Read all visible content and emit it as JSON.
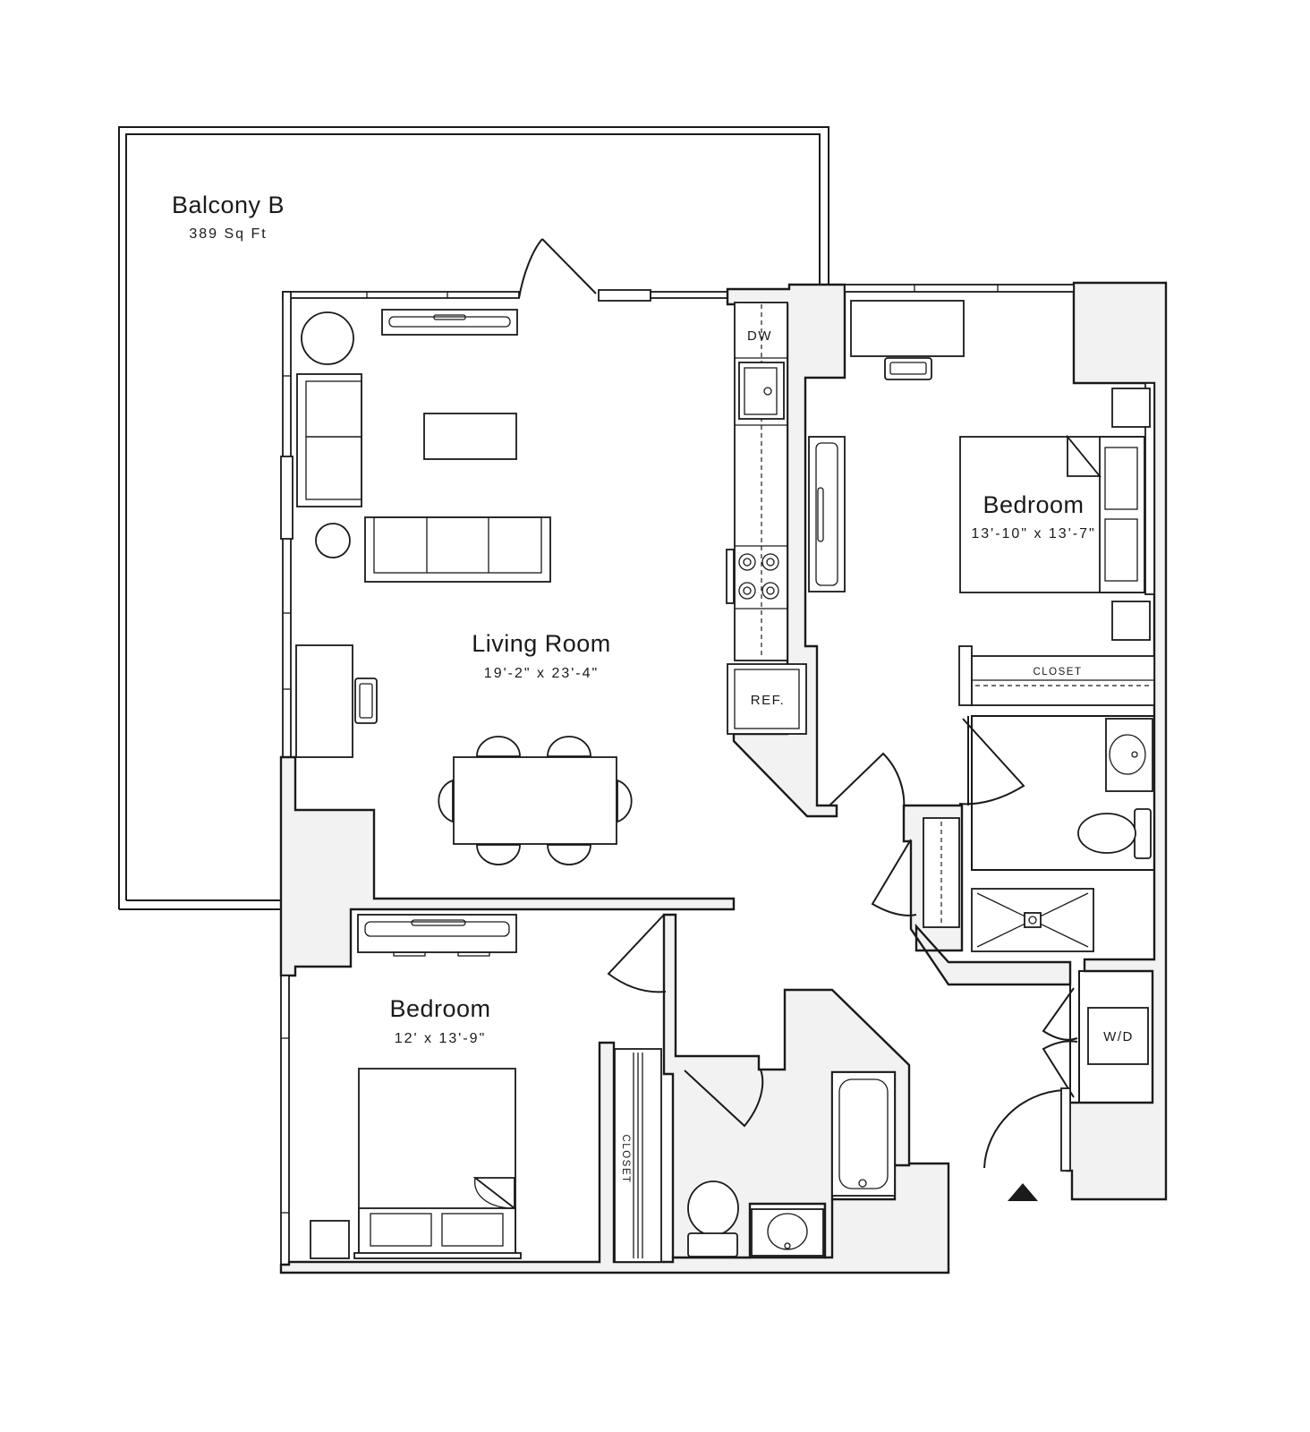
{
  "balcony": {
    "name": "Balcony B",
    "area": "389 Sq Ft"
  },
  "living_room": {
    "name": "Living Room",
    "dimensions": "19'-2\" x 23'-4\""
  },
  "bedroom_1": {
    "name": "Bedroom",
    "dimensions": "13'-10\" x 13'-7\""
  },
  "bedroom_2": {
    "name": "Bedroom",
    "dimensions": "12' x 13'-9\""
  },
  "appliances": {
    "dishwasher": "DW",
    "refrigerator": "REF.",
    "washer_dryer": "W/D"
  },
  "closets": {
    "bedroom_1_closet": "CLOSET",
    "bedroom_2_closet": "CLOSET"
  },
  "colors": {
    "line": "#1a1a1a",
    "wall_fill": "#f2f2f2",
    "background": "#ffffff"
  },
  "icons": {
    "entry_marker": "triangle-up-icon"
  }
}
